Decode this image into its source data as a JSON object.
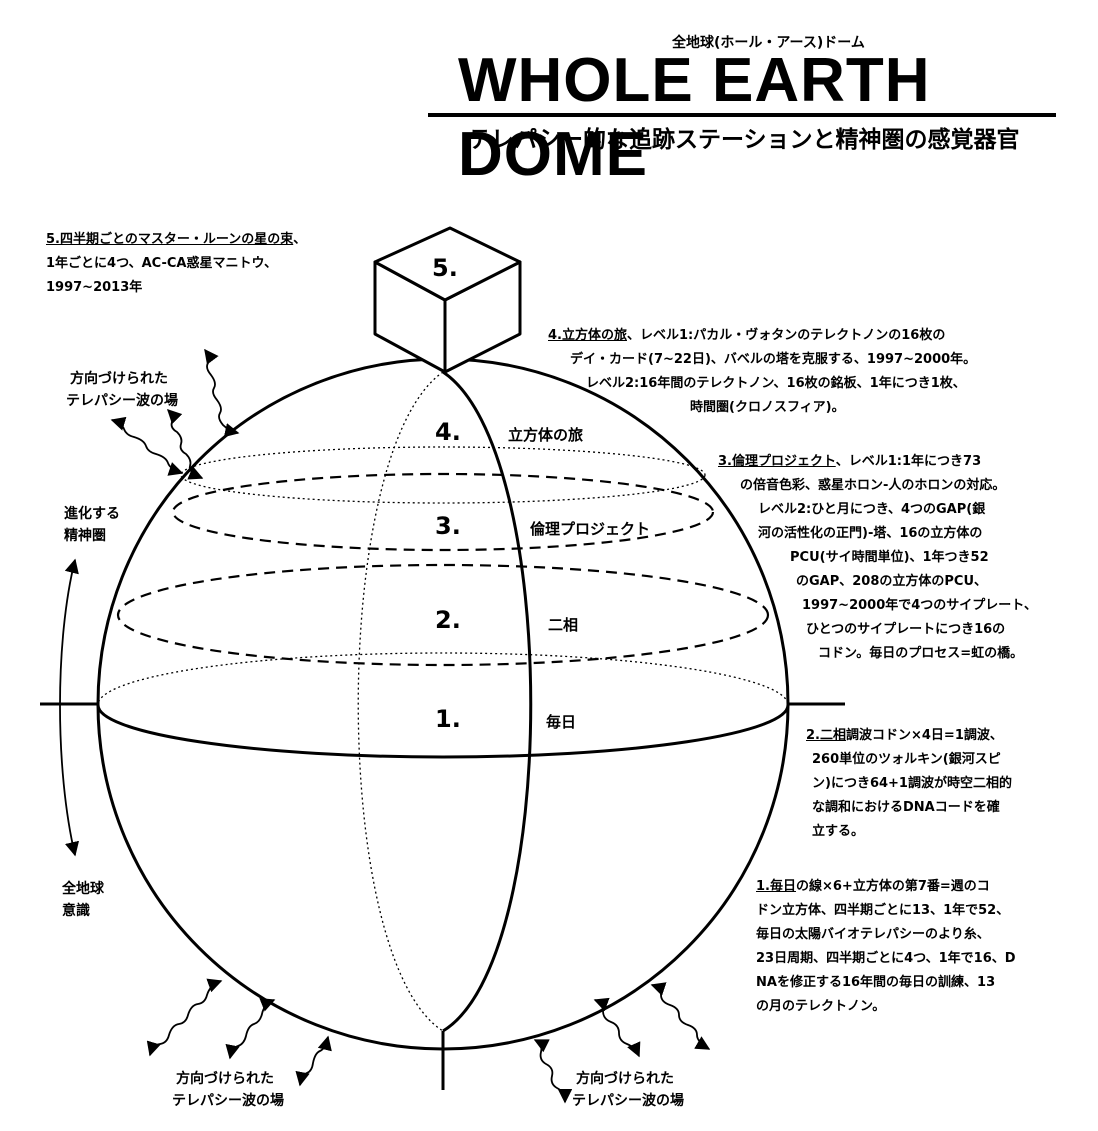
{
  "header": {
    "kana_title": "全地球(ホール・アース)ドーム",
    "title": "WHOLE  EARTH  DOME",
    "subtitle": "テレパシー的な追跡ステーションと精神圏の感覚器官"
  },
  "cube_label": "5.",
  "zones": [
    {
      "num": "4.",
      "label": "立方体の旅"
    },
    {
      "num": "3.",
      "label": "倫理プロジェクト"
    },
    {
      "num": "2.",
      "label": "二相"
    },
    {
      "num": "1.",
      "label": "毎日"
    }
  ],
  "notes": {
    "n5": {
      "head": "5.四半期ごとのマスター・ルーンの星の束",
      "lines": [
        "、",
        "1年ごとに4つ、AC-CA惑星マニトウ、",
        "1997~2013年"
      ]
    },
    "n4": {
      "head": "4.立方体の旅",
      "lines": [
        "、レベル1:パカル・ヴォタンのテレクトノンの16枚の",
        "デイ・カード(7~22日)、バベルの塔を克服する、1997~2000年。",
        "レベル2:16年間のテレクトノン、16枚の銘板、1年につき1枚、",
        "時間圏(クロノスフィア)。"
      ]
    },
    "n3": {
      "head": "3.倫理プロジェクト",
      "lines": [
        "、レベル1:1年につき73",
        "の倍音色彩、惑星ホロン-人のホロンの対応。",
        "レベル2:ひと月につき、4つのGAP(銀",
        "河の活性化の正門)-塔、16の立方体の",
        "PCU(サイ時間単位)、1年つき52",
        "のGAP、208の立方体のPCU、",
        "1997~2000年で4つのサイプレート、",
        "ひとつのサイプレートにつき16の",
        "コドン。毎日のプロセス=虹の橋。"
      ]
    },
    "n2": {
      "head": "2.二相",
      "lines": [
        "調波コドン×4日=1調波、",
        "260単位のツォルキン(銀河スピ",
        "ン)につき64+1調波が時空二相的",
        "な調和におけるDNAコードを確",
        "立する。"
      ]
    },
    "n1": {
      "head": "1.毎日",
      "lines": [
        "の線×6+立方体の第7番=週のコ",
        "ドン立方体、四半期ごとに13、1年で52、",
        "毎日の太陽バイオテレパシーのより糸、",
        "23日周期、四半期ごとに4つ、1年で16、D",
        "NAを修正する16年間の毎日の訓練、13",
        "の月のテレクトノン。"
      ]
    }
  },
  "side_labels": {
    "telepathy_top_left": [
      "方向づけられた",
      "テレパシー波の場"
    ],
    "evolving": [
      "進化する",
      "精神圏"
    ],
    "whole_earth": [
      "全地球",
      "意識"
    ],
    "telepathy_bottom_left": [
      "方向づけられた",
      "テレパシー波の場"
    ],
    "telepathy_bottom_right": [
      "方向づけられた",
      "テレパシー波の場"
    ]
  }
}
